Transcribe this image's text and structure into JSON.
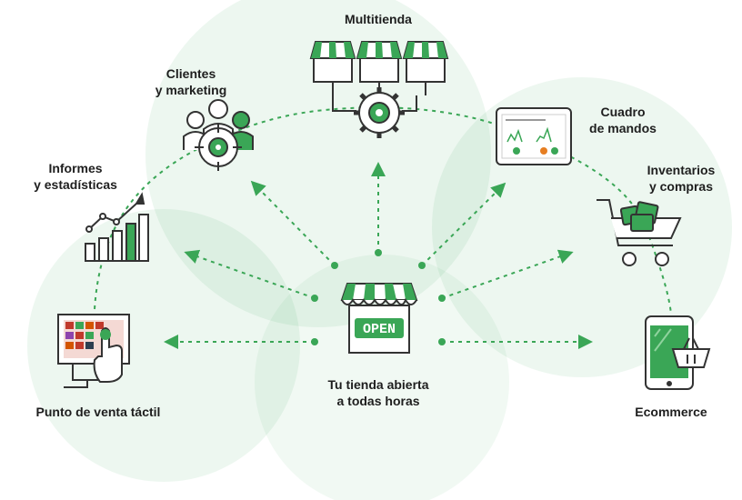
{
  "colors": {
    "green": "#3aa656",
    "dark": "#333333",
    "bubble": "#e9f5ea"
  },
  "center": {
    "line1": "Tu tienda abierta",
    "line2": "a todas horas",
    "sign": "OPEN"
  },
  "nodes": {
    "multitienda": {
      "line1": "Multitienda"
    },
    "clientes": {
      "line1": "Clientes",
      "line2": "y marketing"
    },
    "informes": {
      "line1": "Informes",
      "line2": "y estadísticas"
    },
    "punto_venta": {
      "line1": "Punto de venta táctil"
    },
    "cuadro": {
      "line1": "Cuadro",
      "line2": "de mandos"
    },
    "inventarios": {
      "line1": "Inventarios",
      "line2": "y compras"
    },
    "ecommerce": {
      "line1": "Ecommerce"
    }
  }
}
